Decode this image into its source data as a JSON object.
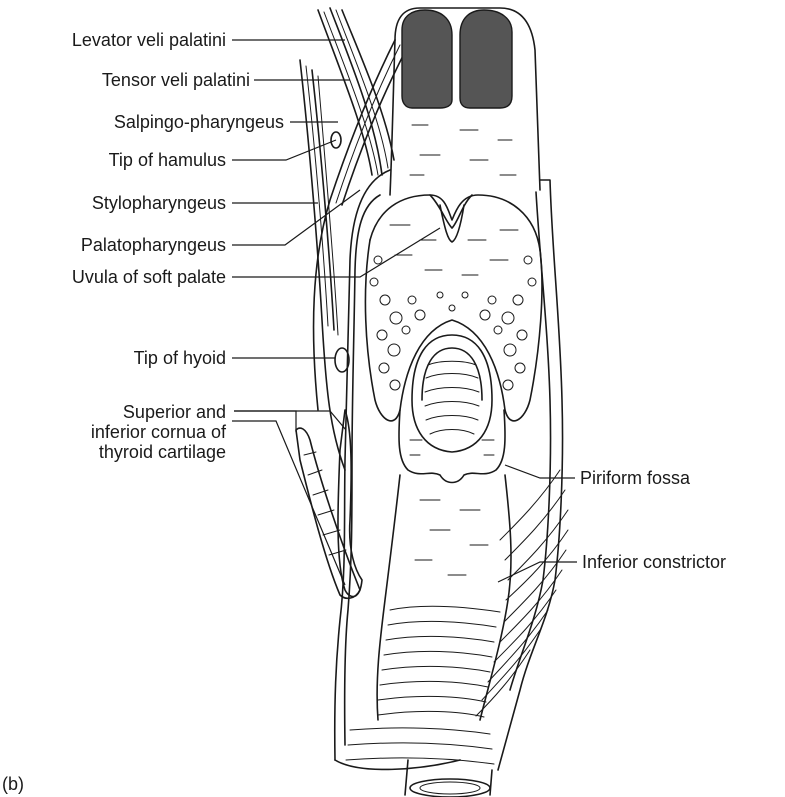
{
  "panel_label": "(b)",
  "labels": {
    "levator_veli_palatini": "Levator veli palatini",
    "tensor_veli_palatini": "Tensor veli palatini",
    "salpingo_pharyngeus": "Salpingo-pharyngeus",
    "tip_of_hamulus": "Tip of hamulus",
    "stylopharyngeus": "Stylopharyngeus",
    "palatopharyngeus": "Palatopharyngeus",
    "uvula_of_soft_palate": "Uvula of soft palate",
    "tip_of_hyoid": "Tip of hyoid",
    "superior_inferior_cornua_1": "Superior and",
    "superior_inferior_cornua_2": "inferior cornua of",
    "superior_inferior_cornua_3": "thyroid cartilage",
    "piriform_fossa": "Piriform fossa",
    "inferior_constrictor": "Inferior constrictor"
  },
  "colors": {
    "ink": "#1a1a1a",
    "choana_fill": "#555555",
    "background": "#ffffff"
  }
}
